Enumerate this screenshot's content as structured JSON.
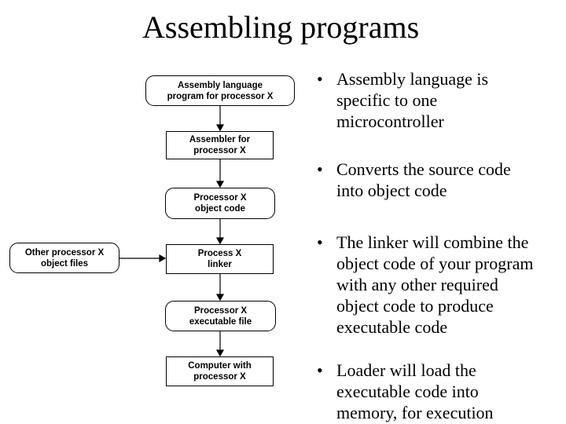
{
  "slide": {
    "title": "Assembling programs",
    "background_color": "#ffffff",
    "text_color": "#000000"
  },
  "flowchart": {
    "boxes": [
      {
        "name": "assembly-language-program",
        "shape": "rounded",
        "lines": [
          "Assembly language",
          "program for processor X"
        ]
      },
      {
        "name": "assembler",
        "shape": "rect",
        "lines": [
          "Assembler for",
          "processor X"
        ]
      },
      {
        "name": "processor-object-code",
        "shape": "rounded",
        "lines": [
          "Processor X",
          "object code"
        ]
      },
      {
        "name": "linker",
        "shape": "rect",
        "lines": [
          "Process X",
          "linker"
        ]
      },
      {
        "name": "executable-file",
        "shape": "rounded",
        "lines": [
          "Processor X",
          "executable file"
        ]
      },
      {
        "name": "computer",
        "shape": "rect",
        "lines": [
          "Computer with",
          "processor X"
        ]
      },
      {
        "name": "other-object-files",
        "shape": "rounded",
        "lines": [
          "Other processor X",
          "object files"
        ]
      }
    ],
    "arrow_color": "#000000"
  },
  "bullets": [
    {
      "marker": "•",
      "lines": [
        "Assembly language is",
        "specific to one",
        "microcontroller"
      ]
    },
    {
      "marker": "•",
      "lines": [
        "Converts the source code",
        "into object code"
      ]
    },
    {
      "marker": "•",
      "lines": [
        "The linker will combine the",
        "object code of your program",
        "with any other required",
        "object code to produce",
        "executable code"
      ]
    },
    {
      "marker": "•",
      "lines": [
        "Loader will load the",
        "executable code into",
        "memory, for execution"
      ]
    }
  ]
}
